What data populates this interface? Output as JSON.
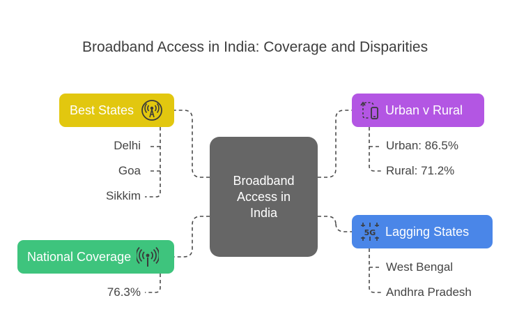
{
  "title": "Broadband Access in India: Coverage and Disparities",
  "center": {
    "label": "Broadband Access in India"
  },
  "best_states": {
    "label": "Best States",
    "icon": "wireless-tower-icon",
    "color": "#e2c70f",
    "items": [
      "Delhi",
      "Goa",
      "Sikkim"
    ]
  },
  "national_coverage": {
    "label": "National Coverage",
    "icon": "antenna-signal-icon",
    "color": "#3ec47d",
    "items": [
      "76.3%"
    ]
  },
  "urban_rural": {
    "label": "Urban v Rural",
    "icon": "mobile-sync-icon",
    "color": "#b356e3",
    "items": [
      "Urban: 86.5%",
      "Rural: 71.2%"
    ]
  },
  "lagging_states": {
    "label": "Lagging States",
    "icon": "5g-icon",
    "color": "#4a86e8",
    "items": [
      "West Bengal",
      "Andhra Pradesh"
    ]
  }
}
